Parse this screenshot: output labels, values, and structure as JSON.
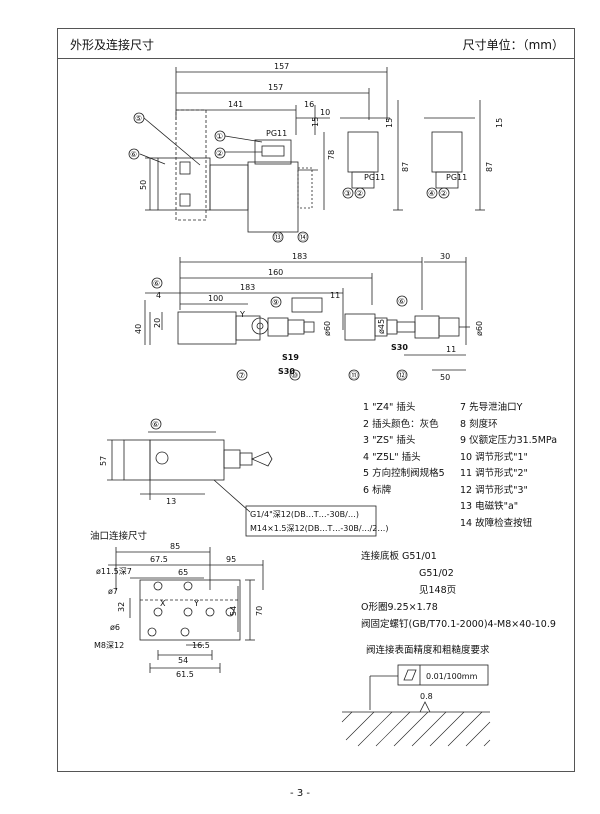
{
  "header": {
    "title": "外形及连接尺寸",
    "unit_label": "尺寸单位：（mm）"
  },
  "top_view": {
    "dims": [
      "157",
      "157",
      "141",
      "16",
      "10",
      "15",
      "15",
      "78",
      "87",
      "87",
      "50",
      "15"
    ],
    "labels": [
      "PG11",
      "PG11",
      "PG11"
    ],
    "callouts": [
      "①",
      "②",
      "⑤",
      "⑥",
      "⑬",
      "⑭",
      "③",
      "②",
      "④",
      "②"
    ]
  },
  "front_view": {
    "dims": [
      "183",
      "30",
      "160",
      "183",
      "11",
      "100",
      "4",
      "20",
      "40",
      "ø60",
      "ø45",
      "ø60",
      "11",
      "50"
    ],
    "labels": [
      "Y",
      "S19",
      "S30",
      "S30"
    ],
    "callouts": [
      "⑥",
      "⑨",
      "⑦",
      "⑩",
      "⑪",
      "⑥",
      "⑫"
    ]
  },
  "side_view": {
    "dims": [
      "57",
      "13"
    ],
    "callouts": [
      "⑥"
    ],
    "notes": [
      "G1/4\"深12(DB…T…-30B/…)",
      "M14×1.5深12(DB…T…-30B/…/2…)"
    ]
  },
  "legend": {
    "left": [
      "1 \"Z4\" 插头",
      "2 插头颜色：灰色",
      "3 \"ZS\" 插头",
      "4 \"Z5L\" 插头",
      "5 方向控制阀规格5",
      "6 标牌"
    ],
    "right": [
      "7 先导泄油口Y",
      "8 刻度环",
      "9 仪额定压力31.5MPa",
      "10 调节形式\"1\"",
      "11 调节形式\"2\"",
      "12 调节形式\"3\"",
      "13 电磁铁\"a\"",
      "14 故障检查按钮"
    ]
  },
  "oil_port": {
    "title": "油口连接尺寸",
    "dims": [
      "85",
      "67.5",
      "95",
      "65",
      "ø11.5深7",
      "ø7",
      "32",
      "ø6",
      "M8深12",
      "54",
      "70",
      "16.5",
      "54",
      "61.5"
    ],
    "labels": [
      "Y",
      "X"
    ]
  },
  "connection": {
    "lines": [
      "连接底板    G51/01",
      "G51/02",
      "见148页",
      "O形圈9.25×1.78",
      "阀固定螺钉(GB/T70.1-2000)4-M8×40-10.9"
    ]
  },
  "surface": {
    "title": "阀连接表面精度和粗糙度要求",
    "tolerance": "0.01/100mm",
    "roughness": "0.8"
  },
  "page_number": "- 3 -"
}
